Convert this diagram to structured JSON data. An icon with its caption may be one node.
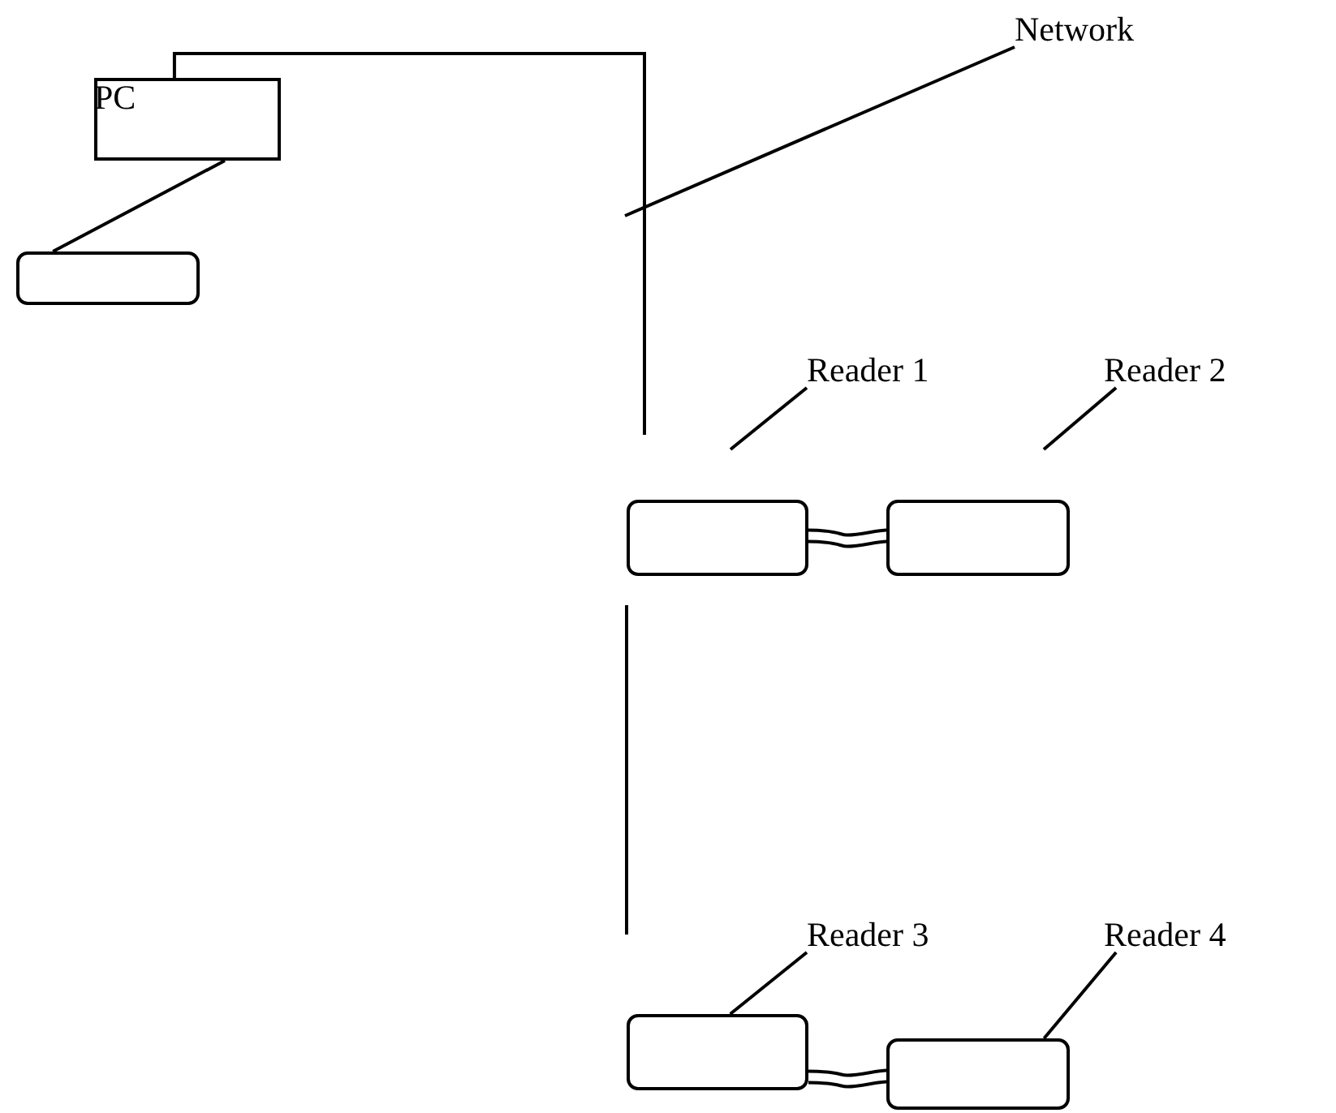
{
  "diagram": {
    "nodes": [
      {
        "text": [
          "PC"
        ]
      },
      {
        "text": [],
        "shape": "box"
      },
      {
        "text": [
          "Network"
        ]
      },
      {
        "text": [
          "Reader 1"
        ]
      },
      {
        "text": [
          "Reader 2"
        ]
      },
      {
        "text": [],
        "shape": "box"
      },
      {
        "text": [],
        "shape": "box"
      },
      {
        "text": [
          "Reader 3"
        ]
      },
      {
        "text": [
          "Reader 4"
        ]
      },
      {
        "text": [],
        "shape": "box"
      },
      {
        "text": [],
        "shape": "box"
      }
    ],
    "edges": [
      {
        "from": 0,
        "to": null,
        "arrow": "none"
      },
      {
        "from": 0,
        "to": 1,
        "arrow": "none"
      },
      {
        "from": 2,
        "to": null,
        "arrow": "none"
      },
      {
        "from": 3,
        "to": null,
        "arrow": "none"
      },
      {
        "from": 4,
        "to": null,
        "arrow": "none"
      },
      {
        "from": 5,
        "to": 6,
        "arrow": "none"
      },
      {
        "from": 7,
        "to": 9,
        "arrow": "none"
      },
      {
        "from": 8,
        "to": 10,
        "arrow": "none"
      },
      {
        "from": 9,
        "to": 10,
        "arrow": "none"
      }
    ]
  }
}
